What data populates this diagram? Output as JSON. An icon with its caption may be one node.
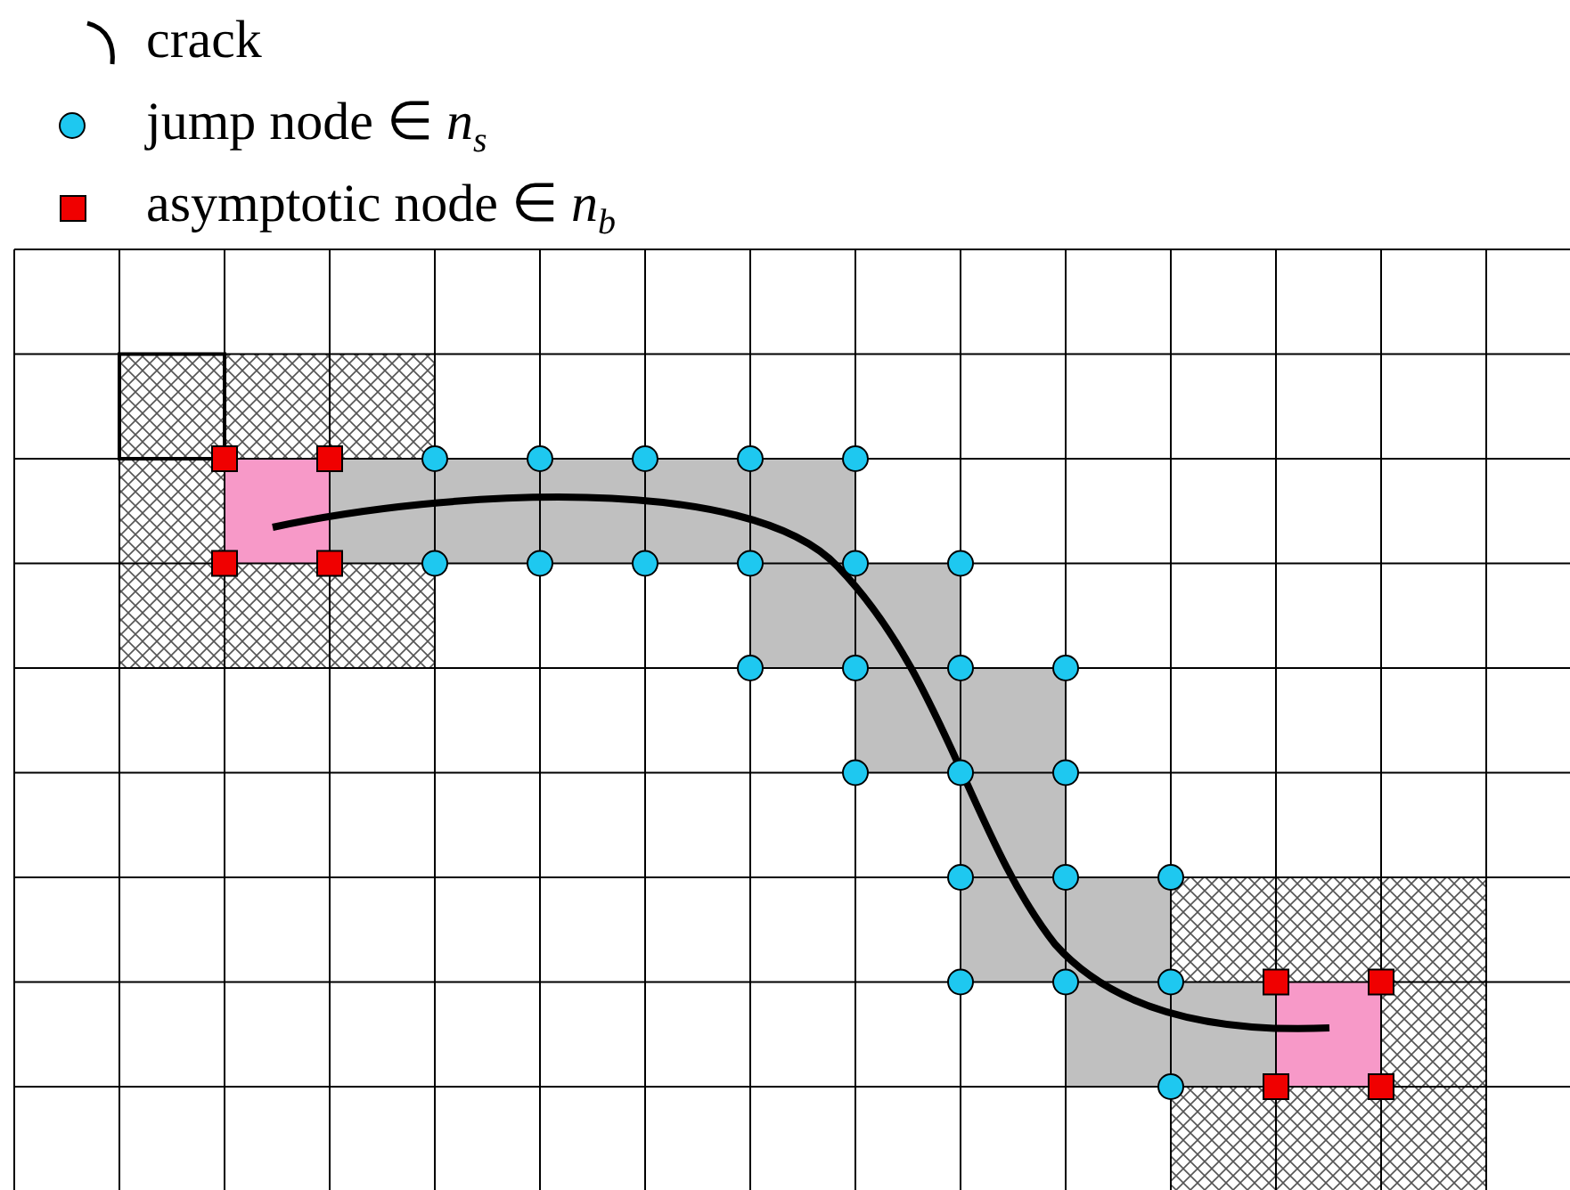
{
  "diagram": {
    "legend": [
      {
        "text": "crack"
      },
      {
        "text": "jump node ∈ *n*$_{s}$"
      },
      {
        "text": "asymptotic node ∈ *n*$_{b}$"
      }
    ]
  }
}
